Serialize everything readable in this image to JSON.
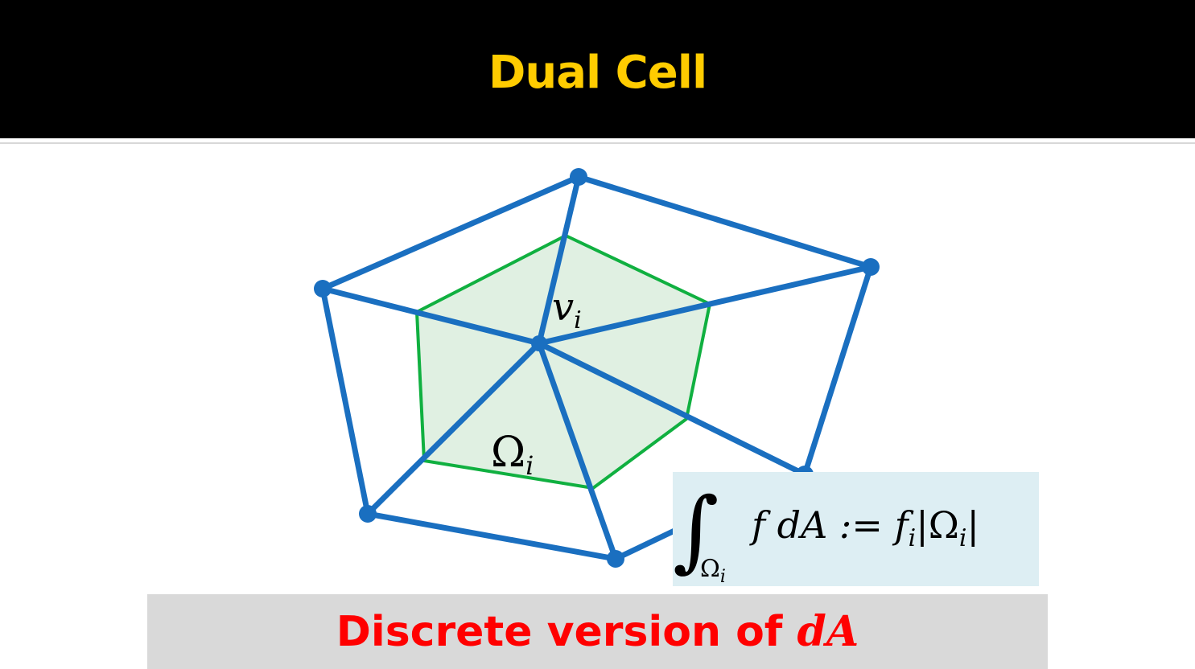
{
  "slide": {
    "title": "Dual Cell"
  },
  "diagram": {
    "vertex_label": "v",
    "vertex_subscript": "i",
    "cell_label": "Ω",
    "cell_subscript": "i"
  },
  "formula": {
    "integral": "∫",
    "domain": "Ω",
    "domain_subscript": "i",
    "integrand": "f dA := f",
    "rhs_subscript": "i",
    "rhs_measure_open": "|Ω",
    "rhs_measure_subscript": "i",
    "rhs_measure_close": "|"
  },
  "caption": {
    "text": "Discrete version of ",
    "variable": "dA"
  },
  "colors": {
    "title": "#ffcc00",
    "title_bar": "#000000",
    "edges": "#1a6fc0",
    "dual_cell_stroke": "#10b040",
    "dual_cell_fill": "#e0f0e2",
    "formula_bg": "#ddeef3",
    "caption_bg": "#d9d9d9",
    "caption_text": "#ff0000"
  }
}
